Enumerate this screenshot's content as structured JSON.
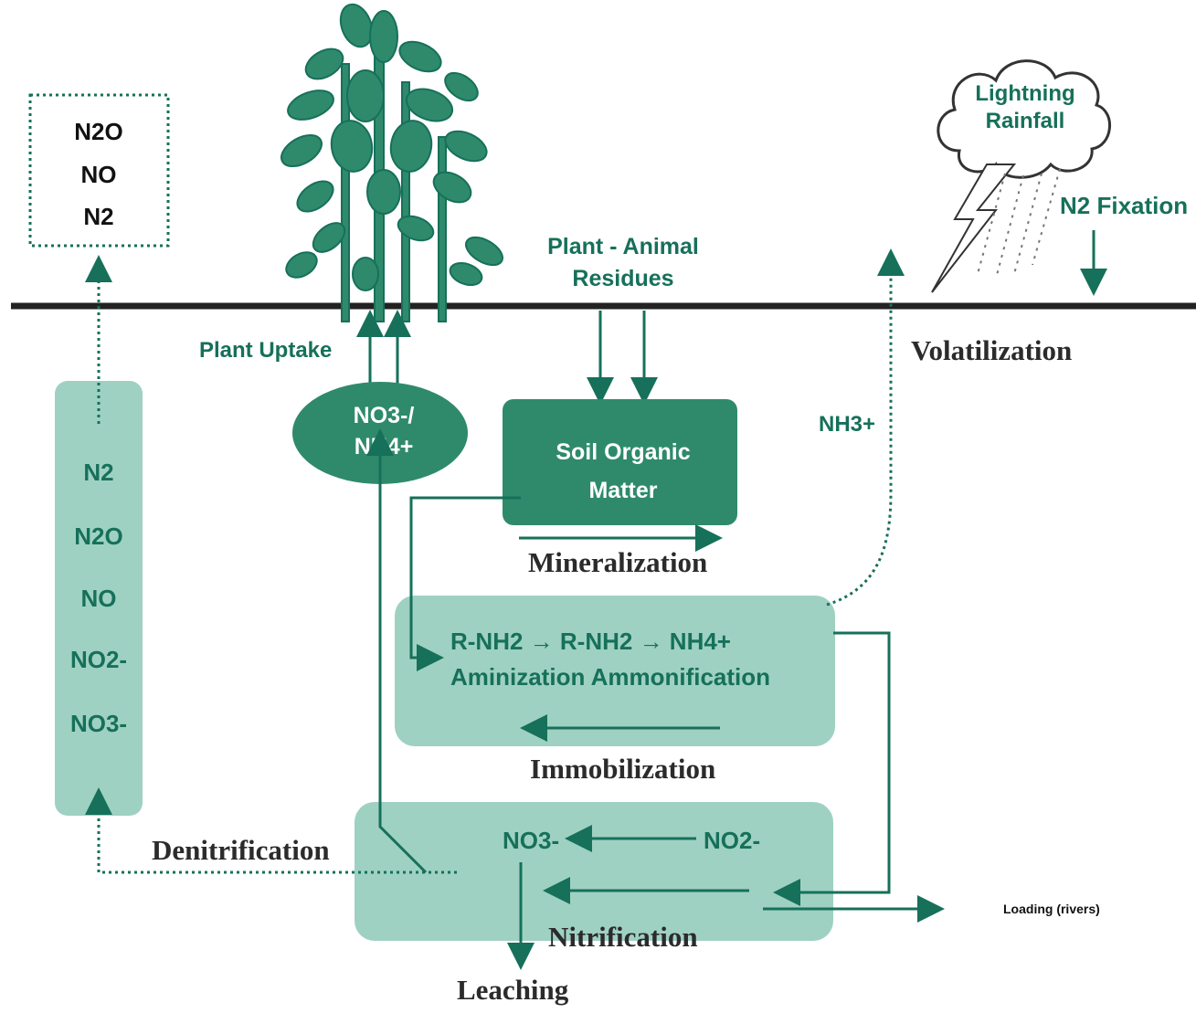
{
  "colors": {
    "primary_green": "#16705a",
    "panel_fill": "#9fd1c2",
    "dark_green_fill": "#2f8a6c",
    "ground_line": "#222222",
    "serif_label": "#2b2b2b"
  },
  "atmosphere_box": {
    "line1": "N2O",
    "line2": "NO",
    "line3": "N2"
  },
  "cloud": {
    "line1": "Lightning",
    "line2": "Rainfall"
  },
  "labels": {
    "n2_fixation": "N2 Fixation",
    "plant_animal_residues_1": "Plant - Animal",
    "plant_animal_residues_2": "Residues",
    "plant_uptake": "Plant Uptake",
    "volatilization": "Volatilization",
    "nh3": "NH3+",
    "mineralization": "Mineralization",
    "immobilization": "Immobilization",
    "denitrification": "Denitrification",
    "nitrification": "Nitrification",
    "leaching": "Leaching",
    "loading": "Loading (rivers)"
  },
  "pool": {
    "line1": "NO3-/",
    "line2": "NH4+"
  },
  "soil_organic_matter": {
    "line1": "Soil Organic",
    "line2": "Matter"
  },
  "ammonification_box": {
    "reaction": "R-NH2 → R-NH2 → NH4+",
    "process": "Aminization Ammonification"
  },
  "nitrification_box": {
    "left": "NO3-",
    "right": "NO2-"
  },
  "denitrification_column": [
    "N2",
    "N2O",
    "NO",
    "NO2-",
    "NO3-"
  ]
}
